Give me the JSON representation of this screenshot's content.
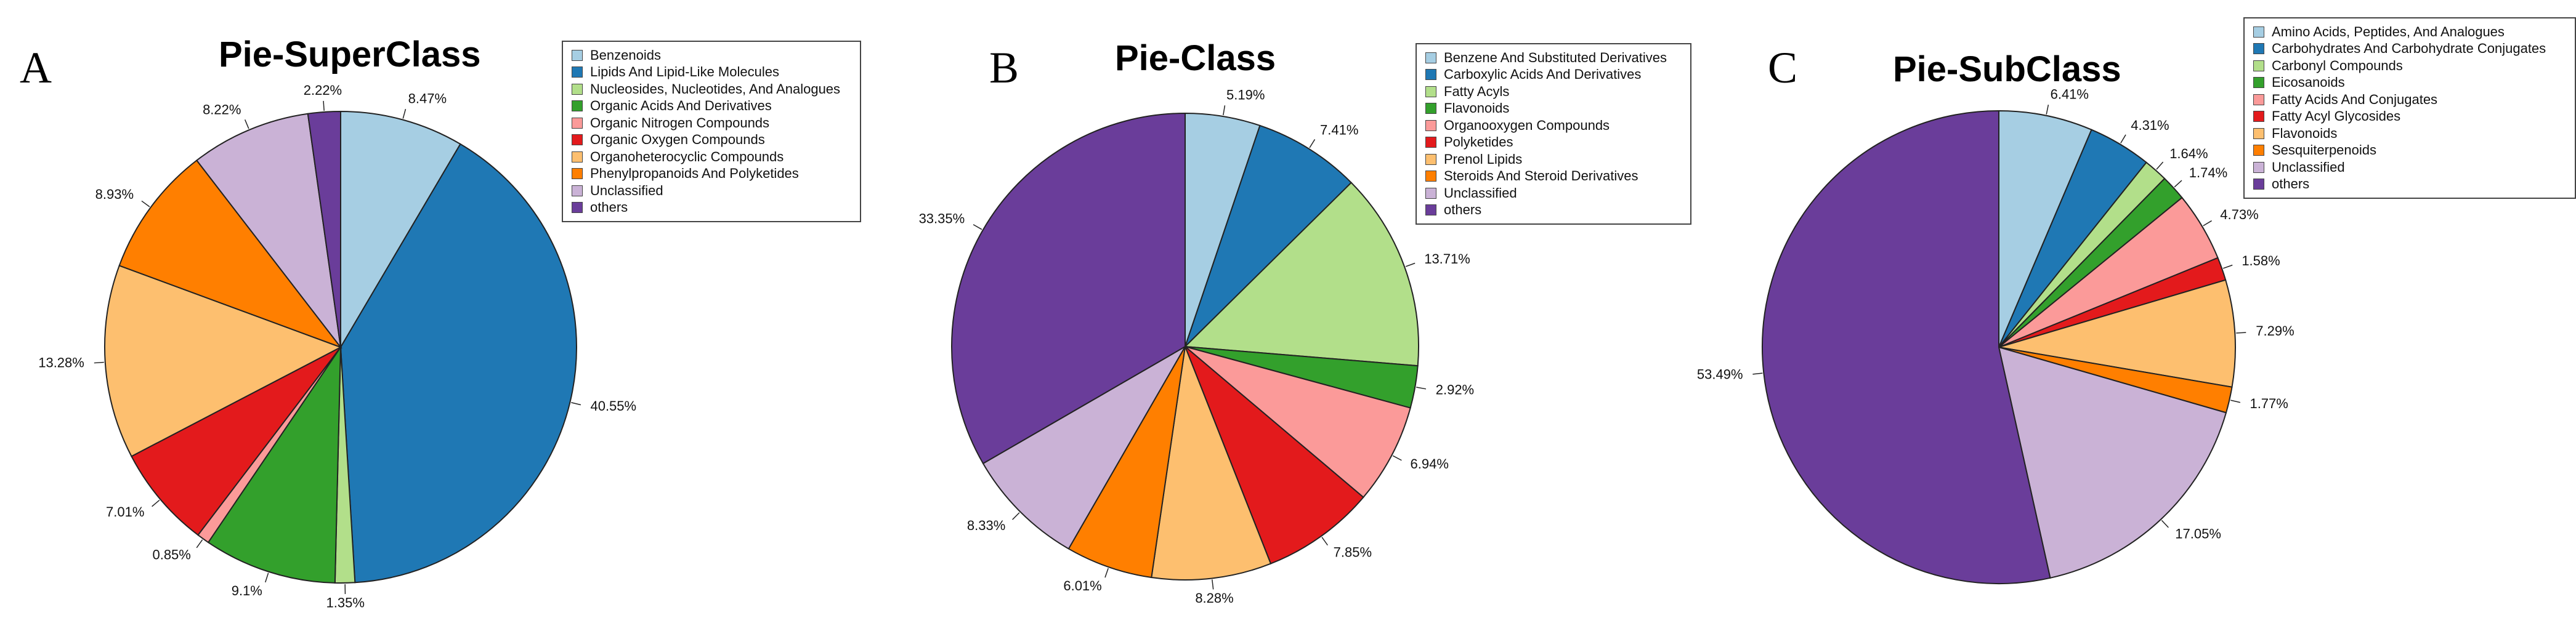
{
  "chart_data": [
    {
      "type": "pie",
      "panel": "A",
      "title": "Pie-SuperClass",
      "categories": [
        "Benzenoids",
        "Lipids And Lipid-Like Molecules",
        "Nucleosides, Nucleotides, And Analogues",
        "Organic Acids And Derivatives",
        "Organic Nitrogen Compounds",
        "Organic Oxygen Compounds",
        "Organoheterocyclic Compounds",
        "Phenylpropanoids And Polyketides",
        "Unclassified",
        "others"
      ],
      "values": [
        8.47,
        40.55,
        1.35,
        9.1,
        0.85,
        7.01,
        13.28,
        8.93,
        8.22,
        2.22
      ],
      "labels": [
        "8.47%",
        "40.55%",
        "1.35%",
        "9.1%",
        "0.85%",
        "7.01%",
        "13.28%",
        "8.93%",
        "8.22%",
        "2.22%"
      ],
      "colors": [
        "#a6cee3",
        "#1f78b4",
        "#b2df8a",
        "#33a02c",
        "#fb9a99",
        "#e31a1c",
        "#fdbf6f",
        "#ff7f00",
        "#cab2d6",
        "#6a3d9a"
      ],
      "legend": "top-right"
    },
    {
      "type": "pie",
      "panel": "B",
      "title": "Pie-Class",
      "categories": [
        "Benzene And Substituted Derivatives",
        "Carboxylic Acids And Derivatives",
        "Fatty Acyls",
        "Flavonoids",
        "Organooxygen Compounds",
        "Polyketides",
        "Prenol Lipids",
        "Steroids And Steroid Derivatives",
        "Unclassified",
        "others"
      ],
      "values": [
        5.19,
        7.41,
        13.71,
        2.92,
        6.94,
        7.85,
        8.28,
        6.01,
        8.33,
        33.35
      ],
      "labels": [
        "5.19%",
        "7.41%",
        "13.71%",
        "2.92%",
        "6.94%",
        "7.85%",
        "8.28%",
        "6.01%",
        "8.33%",
        "33.35%"
      ],
      "colors": [
        "#a6cee3",
        "#1f78b4",
        "#b2df8a",
        "#33a02c",
        "#fb9a99",
        "#e31a1c",
        "#fdbf6f",
        "#ff7f00",
        "#cab2d6",
        "#6a3d9a"
      ],
      "legend": "top-right"
    },
    {
      "type": "pie",
      "panel": "C",
      "title": "Pie-SubClass",
      "categories": [
        "Amino Acids, Peptides, And Analogues",
        "Carbohydrates And Carbohydrate Conjugates",
        "Carbonyl Compounds",
        "Eicosanoids",
        "Fatty Acids And Conjugates",
        "Fatty Acyl Glycosides",
        "Flavonoids",
        "Sesquiterpenoids",
        "Unclassified",
        "others"
      ],
      "values": [
        6.41,
        4.31,
        1.64,
        1.74,
        4.73,
        1.58,
        7.29,
        1.77,
        17.05,
        53.49
      ],
      "labels": [
        "6.41%",
        "4.31%",
        "1.64%",
        "1.74%",
        "4.73%",
        "1.58%",
        "7.29%",
        "1.77%",
        "17.05%",
        "53.49%"
      ],
      "colors": [
        "#a6cee3",
        "#1f78b4",
        "#b2df8a",
        "#33a02c",
        "#fb9a99",
        "#e31a1c",
        "#fdbf6f",
        "#ff7f00",
        "#cab2d6",
        "#6a3d9a"
      ],
      "legend": "top-right"
    }
  ]
}
